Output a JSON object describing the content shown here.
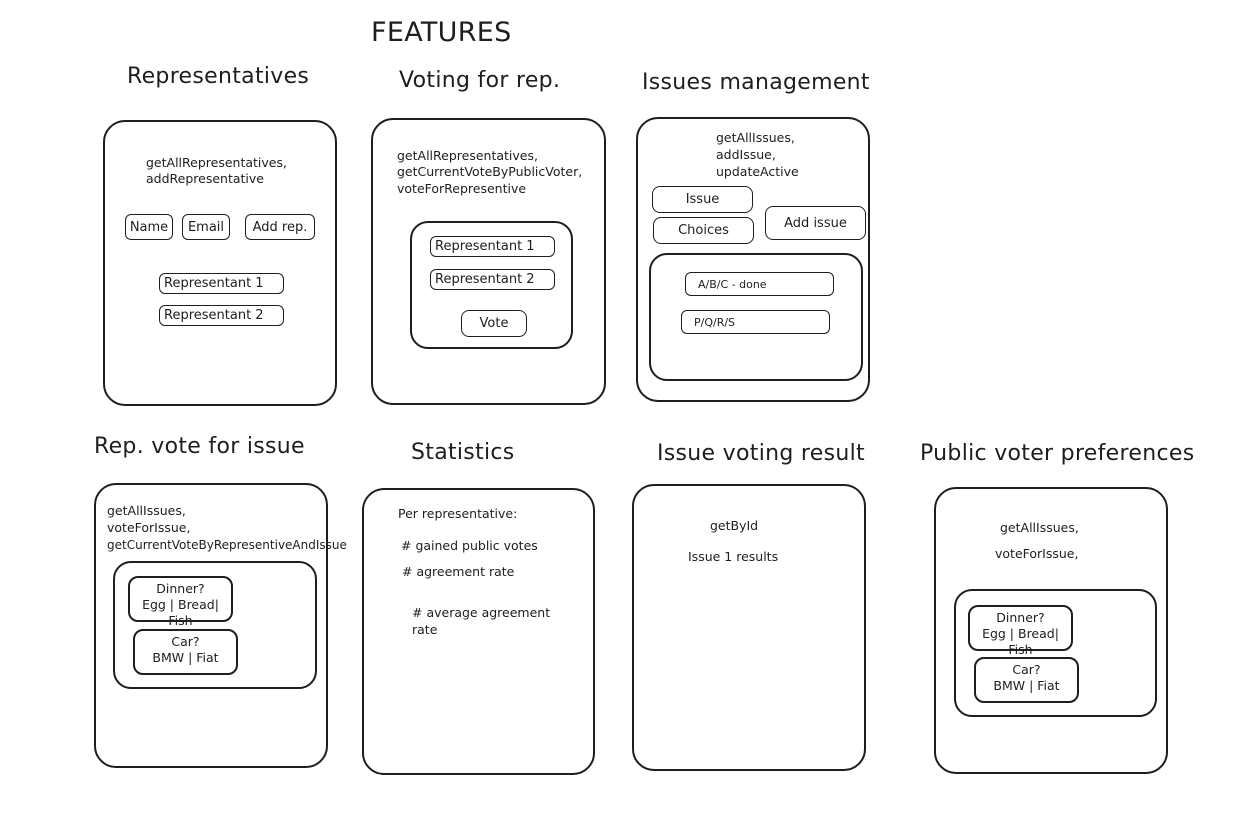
{
  "heading": "FEATURES",
  "panels": {
    "representatives": {
      "title": "Representatives",
      "methods": [
        "getAllRepresentatives,",
        "addRepresentative"
      ],
      "inputs": [
        "Name",
        "Email"
      ],
      "add_button": "Add rep.",
      "items": [
        "Representant 1",
        "Representant 2"
      ]
    },
    "voting": {
      "title": "Voting for rep.",
      "methods": [
        "getAllRepresentatives,",
        "getCurrentVoteByPublicVoter,",
        "voteForRepresentive"
      ],
      "items": [
        "Representant 1",
        "Representant 2"
      ],
      "vote_button": "Vote"
    },
    "issues": {
      "title": "Issues management",
      "methods": [
        "getAllIssues,",
        "addIssue,",
        "updateActive"
      ],
      "issue_field": "Issue",
      "choices_field": "Choices",
      "add_button": "Add issue",
      "items": [
        "A/B/C - done",
        "P/Q/R/S"
      ]
    },
    "rep_vote": {
      "title": "Rep. vote for issue",
      "methods": [
        "getAllIssues,",
        "voteForIssue,",
        "getCurrentVoteByRepresentiveAndIssue"
      ],
      "cards": [
        {
          "question": "Dinner?",
          "options": "Egg | Bread| Fish"
        },
        {
          "question": "Car?",
          "options": "BMW | Fiat"
        }
      ]
    },
    "statistics": {
      "title": "Statistics",
      "per": "Per representative:",
      "lines": [
        "# gained public votes",
        "# agreement rate"
      ],
      "avg_line1": "# average agreement",
      "avg_line2": "rate"
    },
    "result": {
      "title": "Issue voting result",
      "method": "getById",
      "text": "Issue 1 results"
    },
    "preferences": {
      "title": "Public voter preferences",
      "methods": [
        "getAllIssues,",
        "voteForIssue,"
      ],
      "cards": [
        {
          "question": "Dinner?",
          "options": "Egg | Bread| Fish"
        },
        {
          "question": "Car?",
          "options": "BMW | Fiat"
        }
      ]
    }
  }
}
